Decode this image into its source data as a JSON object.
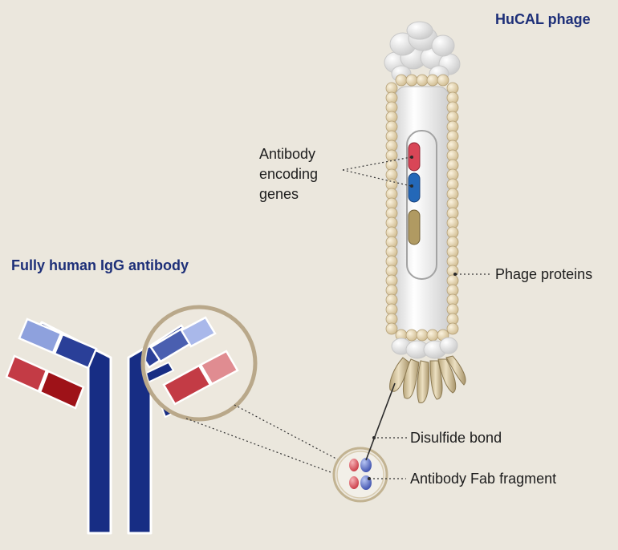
{
  "titles": {
    "phage": "HuCAL phage",
    "antibody": "Fully human IgG antibody"
  },
  "labels": {
    "encoding_line1": "Antibody",
    "encoding_line2": "encoding",
    "encoding_line3": "genes",
    "phage_proteins": "Phage proteins",
    "disulfide_bond": "Disulfide bond",
    "fab_fragment": "Antibody Fab fragment"
  },
  "colors": {
    "background": "#ebe7dd",
    "heavy_chain": "#172d84",
    "light_chain_red": "#b11d24",
    "light_blue": "#8ea1dd",
    "coat_bead": "#e2d3b2",
    "gene_red": "#d94657",
    "gene_blue": "#2468b8",
    "gene_tan": "#b09a62",
    "title": "#1d2f78"
  }
}
